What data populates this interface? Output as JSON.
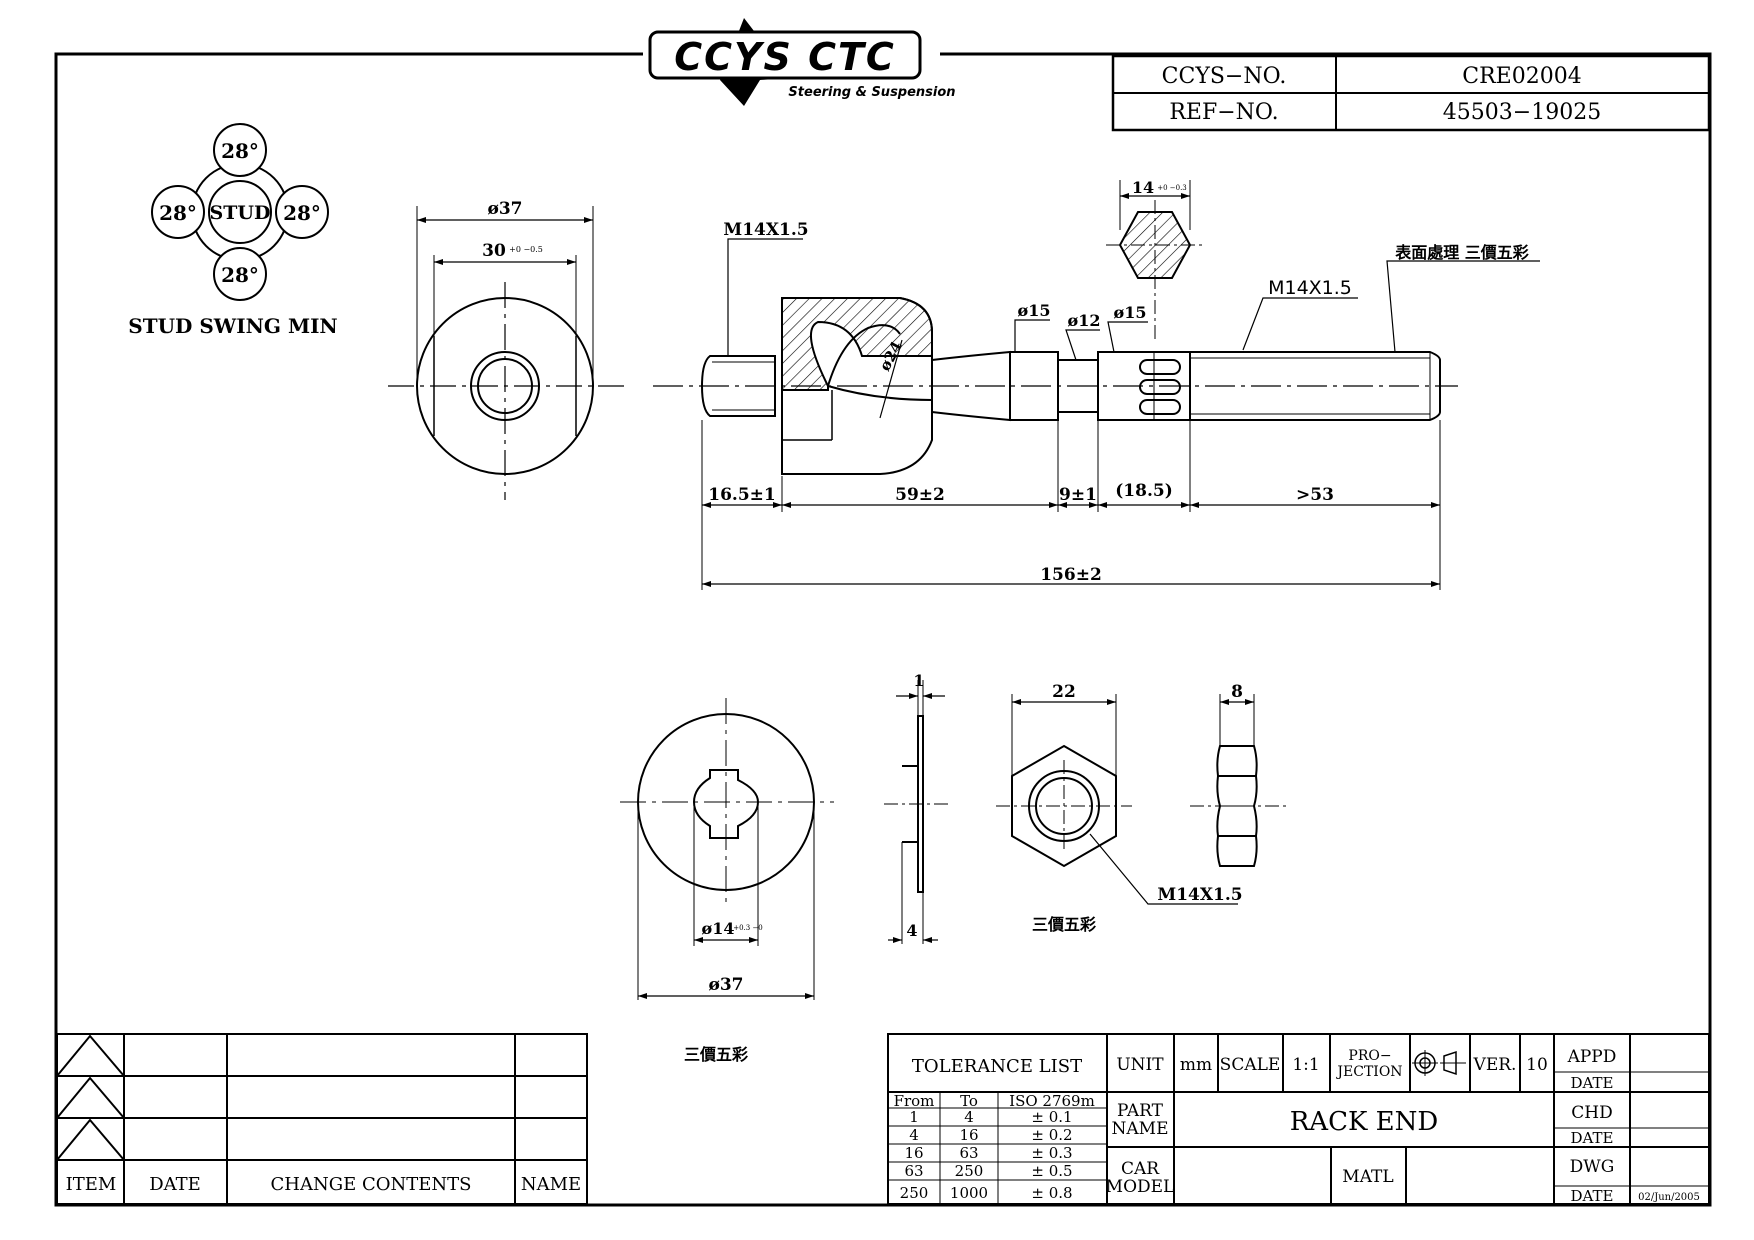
{
  "logo": {
    "text": "CCYS CTC",
    "tagline": "Steering & Suspension"
  },
  "header": {
    "ccys_no_label": "CCYS−NO.",
    "ccys_no_value": "CRE02004",
    "ref_no_label": "REF−NO.",
    "ref_no_value": "45503−19025"
  },
  "stud_swing": {
    "center": "STUD",
    "top": "28°",
    "left": "28°",
    "right": "28°",
    "bottom": "28°",
    "caption": "STUD SWING MIN"
  },
  "dims": {
    "phi37_top": "ø37",
    "w30_top": "30",
    "w30_tol": "+0 −0.5",
    "m14_left": "M14X1.5",
    "hex14_label": "14",
    "hex14_tol": "+0 −0.3",
    "surface_note": "表面處理 三價五彩",
    "m14_right": "M14X1.5",
    "phi15_a": "ø15",
    "phi12": "ø12",
    "phi15_b": "ø15",
    "phi24": "ø24",
    "d16": "16.5±1",
    "d59": "59±2",
    "d9": "9±1",
    "d18": "(18.5)",
    "d53": ">53",
    "d156": "156±2",
    "w1": "1",
    "w4": "4",
    "phi14": "ø14",
    "phi14_tol": "+0.3 −0",
    "phi37_bottom": "ø37",
    "nut22": "22",
    "nut8": "8",
    "nut_thread": "M14X1.5",
    "nut_note": "三價五彩",
    "washer_note": "三價五彩"
  },
  "revision_table": {
    "headers": [
      "ITEM",
      "DATE",
      "CHANGE CONTENTS",
      "NAME"
    ]
  },
  "title_block": {
    "tolerance_title": "TOLERANCE LIST",
    "tol_headers": [
      "From",
      "To",
      "ISO 2769m"
    ],
    "tol_rows": [
      [
        "1",
        "4",
        "± 0.1"
      ],
      [
        "4",
        "16",
        "± 0.2"
      ],
      [
        "16",
        "63",
        "± 0.3"
      ],
      [
        "63",
        "250",
        "± 0.5"
      ],
      [
        "250",
        "1000",
        "± 0.8"
      ]
    ],
    "unit_label": "UNIT",
    "unit_value": "mm",
    "scale_label": "SCALE",
    "scale_value": "1:1",
    "projection_label_1": "PRO−",
    "projection_label_2": "JECTION",
    "ver_label": "VER.",
    "ver_value": "10",
    "appd_label": "APPD",
    "date_label": "DATE",
    "chd_label": "CHD",
    "dwg_label": "DWG",
    "part_name_label_1": "PART",
    "part_name_label_2": "NAME",
    "part_name_value": "RACK END",
    "car_model_label_1": "CAR",
    "car_model_label_2": "MODEL",
    "matl_label": "MATL",
    "dwg_date_value": "02/Jun/2005"
  }
}
